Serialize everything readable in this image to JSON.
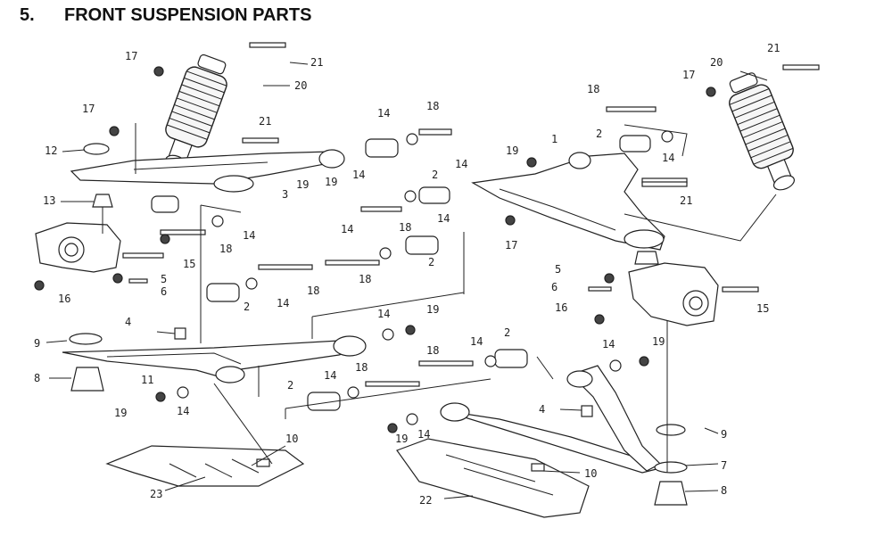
{
  "page": {
    "section_number": "5.",
    "section_title": "FRONT SUSPENSION PARTS"
  },
  "callouts": [
    {
      "id": "c1",
      "text": "17"
    },
    {
      "id": "c2",
      "text": "21"
    },
    {
      "id": "c3",
      "text": "20"
    },
    {
      "id": "c4",
      "text": "17"
    },
    {
      "id": "c5",
      "text": "21"
    },
    {
      "id": "c6",
      "text": "12"
    },
    {
      "id": "c7",
      "text": "13"
    },
    {
      "id": "c8",
      "text": "14"
    },
    {
      "id": "c9",
      "text": "18"
    },
    {
      "id": "c10",
      "text": "15"
    },
    {
      "id": "c11",
      "text": "5"
    },
    {
      "id": "c12",
      "text": "6"
    },
    {
      "id": "c13",
      "text": "16"
    },
    {
      "id": "c14",
      "text": "3"
    },
    {
      "id": "c15",
      "text": "19"
    },
    {
      "id": "c16",
      "text": "19"
    },
    {
      "id": "c17",
      "text": "14"
    },
    {
      "id": "c18",
      "text": "14"
    },
    {
      "id": "c19",
      "text": "18"
    },
    {
      "id": "c20",
      "text": "19"
    },
    {
      "id": "c21",
      "text": "14"
    },
    {
      "id": "c22",
      "text": "2"
    },
    {
      "id": "c23",
      "text": "18"
    },
    {
      "id": "c24",
      "text": "14"
    },
    {
      "id": "c25",
      "text": "14"
    },
    {
      "id": "c26",
      "text": "2"
    },
    {
      "id": "c27",
      "text": "18"
    },
    {
      "id": "c28",
      "text": "18"
    },
    {
      "id": "c29",
      "text": "2"
    },
    {
      "id": "c30",
      "text": "14"
    },
    {
      "id": "c31",
      "text": "1"
    },
    {
      "id": "c32",
      "text": "17"
    },
    {
      "id": "c33",
      "text": "18"
    },
    {
      "id": "c34",
      "text": "2"
    },
    {
      "id": "c35",
      "text": "14"
    },
    {
      "id": "c36",
      "text": "21"
    },
    {
      "id": "c37",
      "text": "20"
    },
    {
      "id": "c38",
      "text": "17"
    },
    {
      "id": "c39",
      "text": "21"
    },
    {
      "id": "c40",
      "text": "5"
    },
    {
      "id": "c41",
      "text": "6"
    },
    {
      "id": "c42",
      "text": "16"
    },
    {
      "id": "c43",
      "text": "15"
    },
    {
      "id": "c44",
      "text": "4"
    },
    {
      "id": "c45",
      "text": "9"
    },
    {
      "id": "c46",
      "text": "8"
    },
    {
      "id": "c47",
      "text": "11"
    },
    {
      "id": "c48",
      "text": "19"
    },
    {
      "id": "c49",
      "text": "14"
    },
    {
      "id": "c50",
      "text": "14"
    },
    {
      "id": "c51",
      "text": "19"
    },
    {
      "id": "c52",
      "text": "14"
    },
    {
      "id": "c53",
      "text": "18"
    },
    {
      "id": "c54",
      "text": "2"
    },
    {
      "id": "c55",
      "text": "14"
    },
    {
      "id": "c56",
      "text": "2"
    },
    {
      "id": "c57",
      "text": "14"
    },
    {
      "id": "c58",
      "text": "19"
    },
    {
      "id": "c59",
      "text": "10"
    },
    {
      "id": "c60",
      "text": "19"
    },
    {
      "id": "c61",
      "text": "14"
    },
    {
      "id": "c62",
      "text": "4"
    },
    {
      "id": "c63",
      "text": "9"
    },
    {
      "id": "c64",
      "text": "7"
    },
    {
      "id": "c65",
      "text": "10"
    },
    {
      "id": "c66",
      "text": "23"
    },
    {
      "id": "c67",
      "text": "22"
    },
    {
      "id": "c68",
      "text": "8"
    },
    {
      "id": "c69",
      "text": "18"
    },
    {
      "id": "c70",
      "text": "14"
    }
  ]
}
